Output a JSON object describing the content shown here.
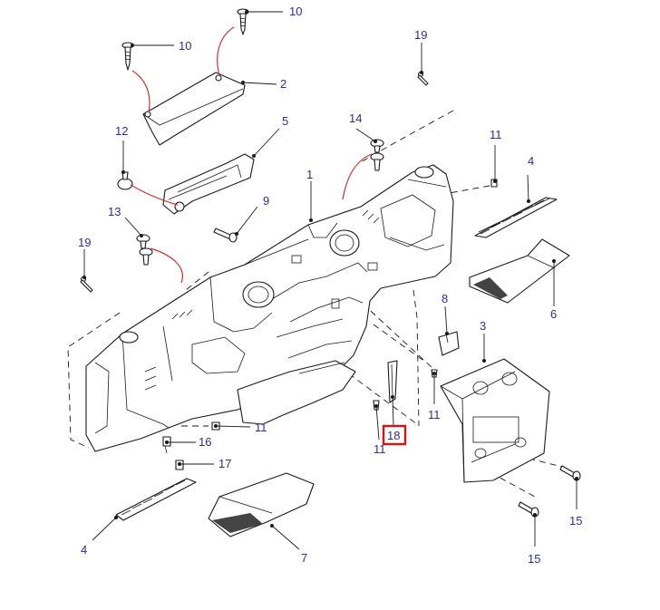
{
  "callouts": {
    "c1": "1",
    "c2": "2",
    "c3": "3",
    "c4a": "4",
    "c4b": "4",
    "c5": "5",
    "c6": "6",
    "c7": "7",
    "c8": "8",
    "c9": "9",
    "c10a": "10",
    "c10b": "10",
    "c11a": "11",
    "c11b": "11",
    "c11c": "11",
    "c11d": "11",
    "c12": "12",
    "c13": "13",
    "c14": "14",
    "c15a": "15",
    "c15b": "15",
    "c16": "16",
    "c17": "17",
    "c18": "18",
    "c19a": "19",
    "c19b": "19"
  },
  "highlighted_callout": "18",
  "colors": {
    "callout_text": "#2b2bb0",
    "highlight_box": "#e01010",
    "fixing_link": "#d83030",
    "linework": "#1a1a1a"
  }
}
